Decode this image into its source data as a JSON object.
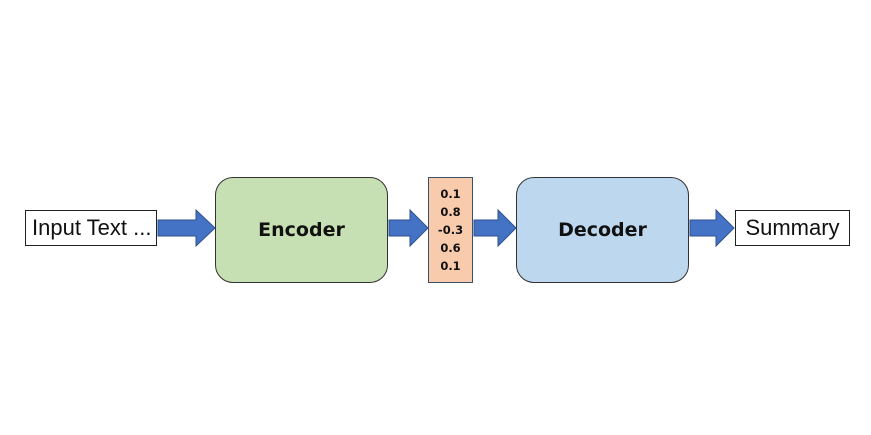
{
  "input": {
    "label": "Input Text ..."
  },
  "encoder": {
    "label": "Encoder"
  },
  "context_vector": {
    "values": [
      "0.1",
      "0.8",
      "-0.3",
      "0.6",
      "0.1"
    ]
  },
  "decoder": {
    "label": "Decoder"
  },
  "output": {
    "label": "Summary"
  },
  "colors": {
    "encoder_fill": "#c6e0b4",
    "decoder_fill": "#bdd7ee",
    "vector_fill": "#f8cbad",
    "arrow_fill": "#4472c4",
    "arrow_stroke": "#2f528f"
  }
}
